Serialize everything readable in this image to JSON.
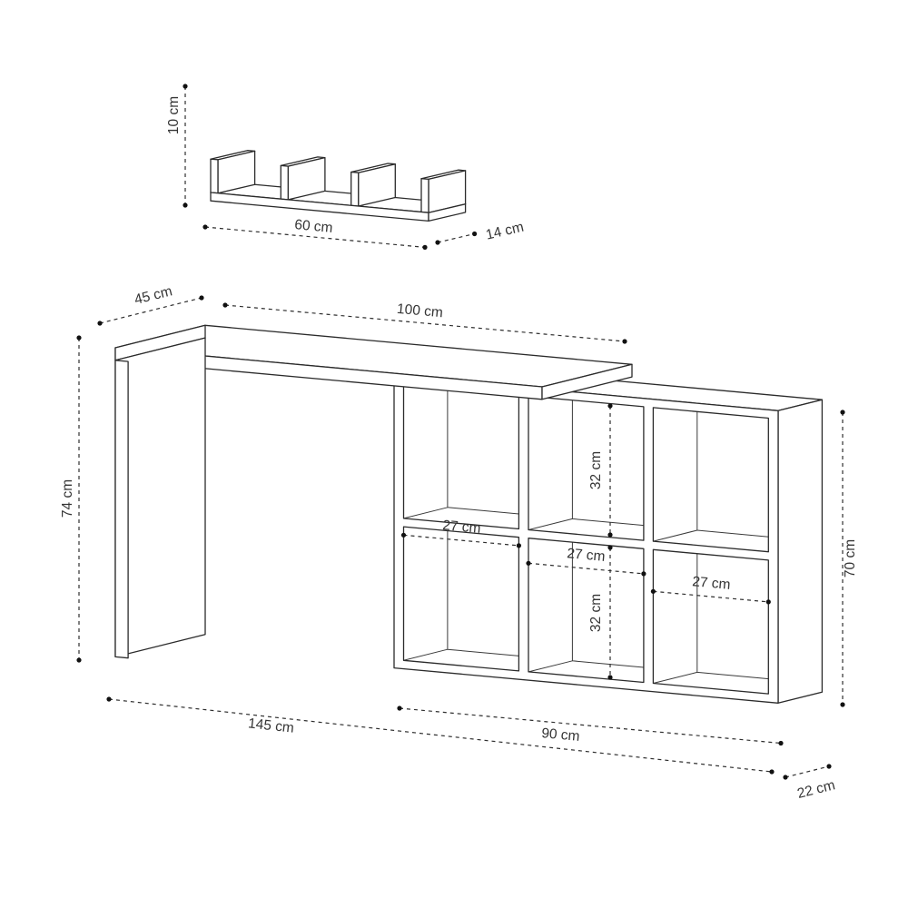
{
  "diagram": {
    "type": "furniture-dimension-drawing",
    "units": "cm",
    "wall_shelf": {
      "height_label": "10 cm",
      "width_label": "60 cm",
      "depth_label": "14 cm"
    },
    "desk": {
      "depth_label": "45 cm",
      "top_width_label": "100 cm",
      "height_label": "74 cm",
      "total_width_label": "145 cm"
    },
    "bookcase": {
      "width_label": "90 cm",
      "depth_label": "22 cm",
      "height_label": "70 cm",
      "cube_width_labels": [
        "27 cm",
        "27 cm",
        "27 cm"
      ],
      "cube_height_labels": [
        "32 cm",
        "32 cm"
      ]
    },
    "colors": {
      "background": "#ffffff",
      "line": "#2b2b2b",
      "dimension": "#2f2f2f",
      "label": "#353535"
    }
  }
}
